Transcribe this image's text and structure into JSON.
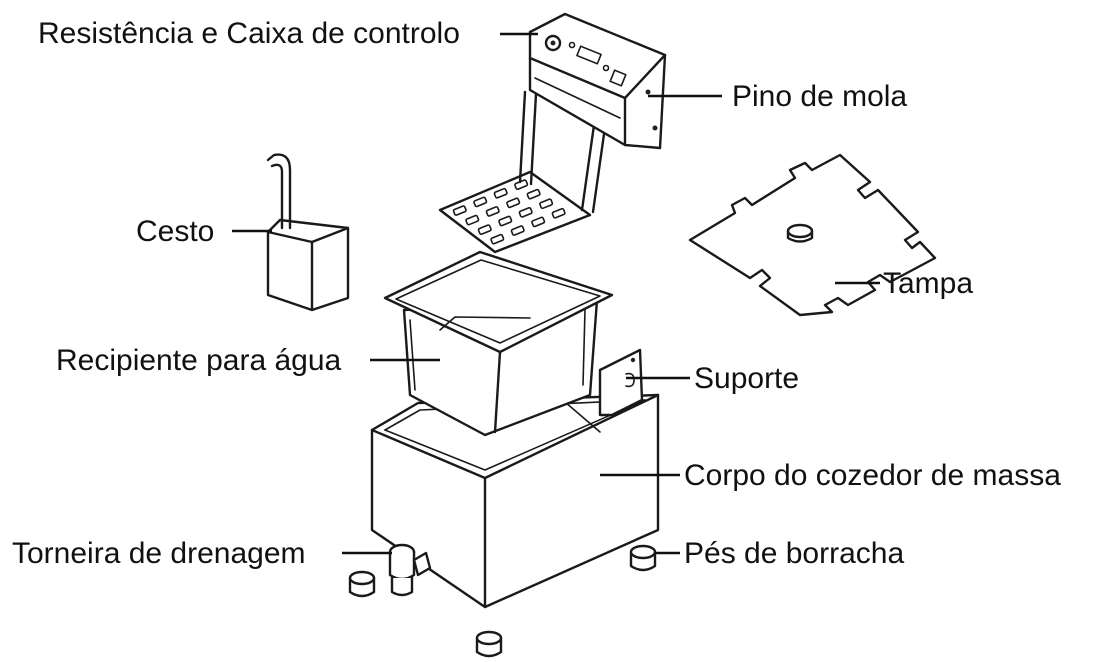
{
  "labels": {
    "control_box": "Resistência e Caixa de controlo",
    "spring_pin": "Pino de mola",
    "basket": "Cesto",
    "lid": "Tampa",
    "water_container": "Recipiente para água",
    "support": "Suporte",
    "cooker_body": "Corpo do cozedor de massa",
    "drain_tap": "Torneira de drenagem",
    "rubber_feet": "Pés de borracha"
  },
  "colors": {
    "line": "#1a1a1a",
    "background": "#ffffff",
    "text": "#111111"
  }
}
